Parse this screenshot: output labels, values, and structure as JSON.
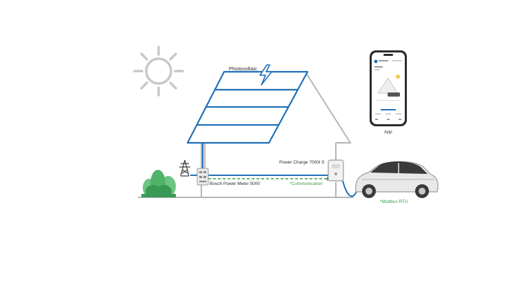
{
  "labels": {
    "photovoltaic": "Photovoltaic",
    "wallbox": "Power Charge 7000i S",
    "meter": "Bosch Power Meter 5000",
    "communication": "*Communication",
    "modbus": "*Modbus RTU",
    "app": "App"
  },
  "colors": {
    "accent_blue": "#1f6fb8",
    "outline_gray": "#b5b5b5",
    "sun_gray": "#c8c8c8",
    "green": "#3a9a48",
    "bush_green": "#4fb36a"
  },
  "icons": [
    "sun-icon",
    "lightning-icon",
    "power-pylon-icon",
    "bush-icon",
    "smartphone-icon",
    "car-icon"
  ]
}
